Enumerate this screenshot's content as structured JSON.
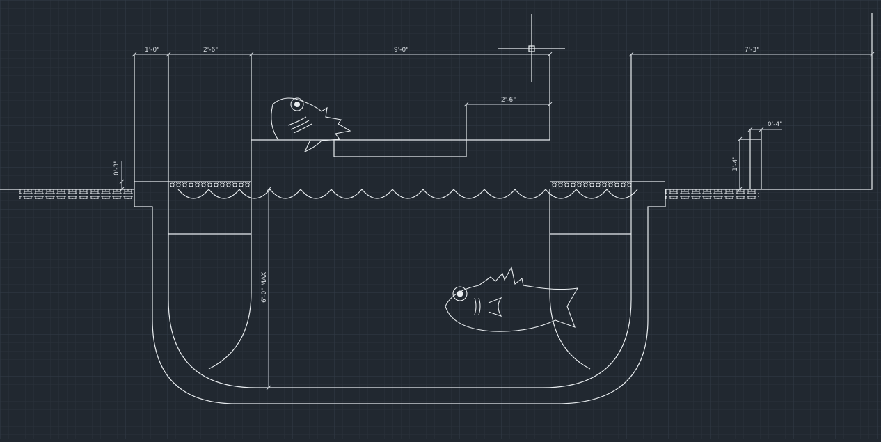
{
  "theme": {
    "background": "#212830",
    "grid_minor": "#2a323b",
    "grid_major": "#323b45",
    "line": "#e8ecef",
    "dim": "#cfd5db"
  },
  "dimensions": {
    "d1": "1'-0\"",
    "d2": "2'-6\"",
    "d3": "9'-0\"",
    "d4": "7'-3\"",
    "d5": "2'-6\"",
    "d6": "0'-4\"",
    "d7": "0'-3\"",
    "d8": "1'-4\"",
    "depth": "6'-0\" MAX"
  },
  "icons": {
    "cursor": "crosshair-cursor-icon",
    "fish_top": "cartoon-fish-icon",
    "fish_bottom": "cartoon-fish-icon"
  }
}
